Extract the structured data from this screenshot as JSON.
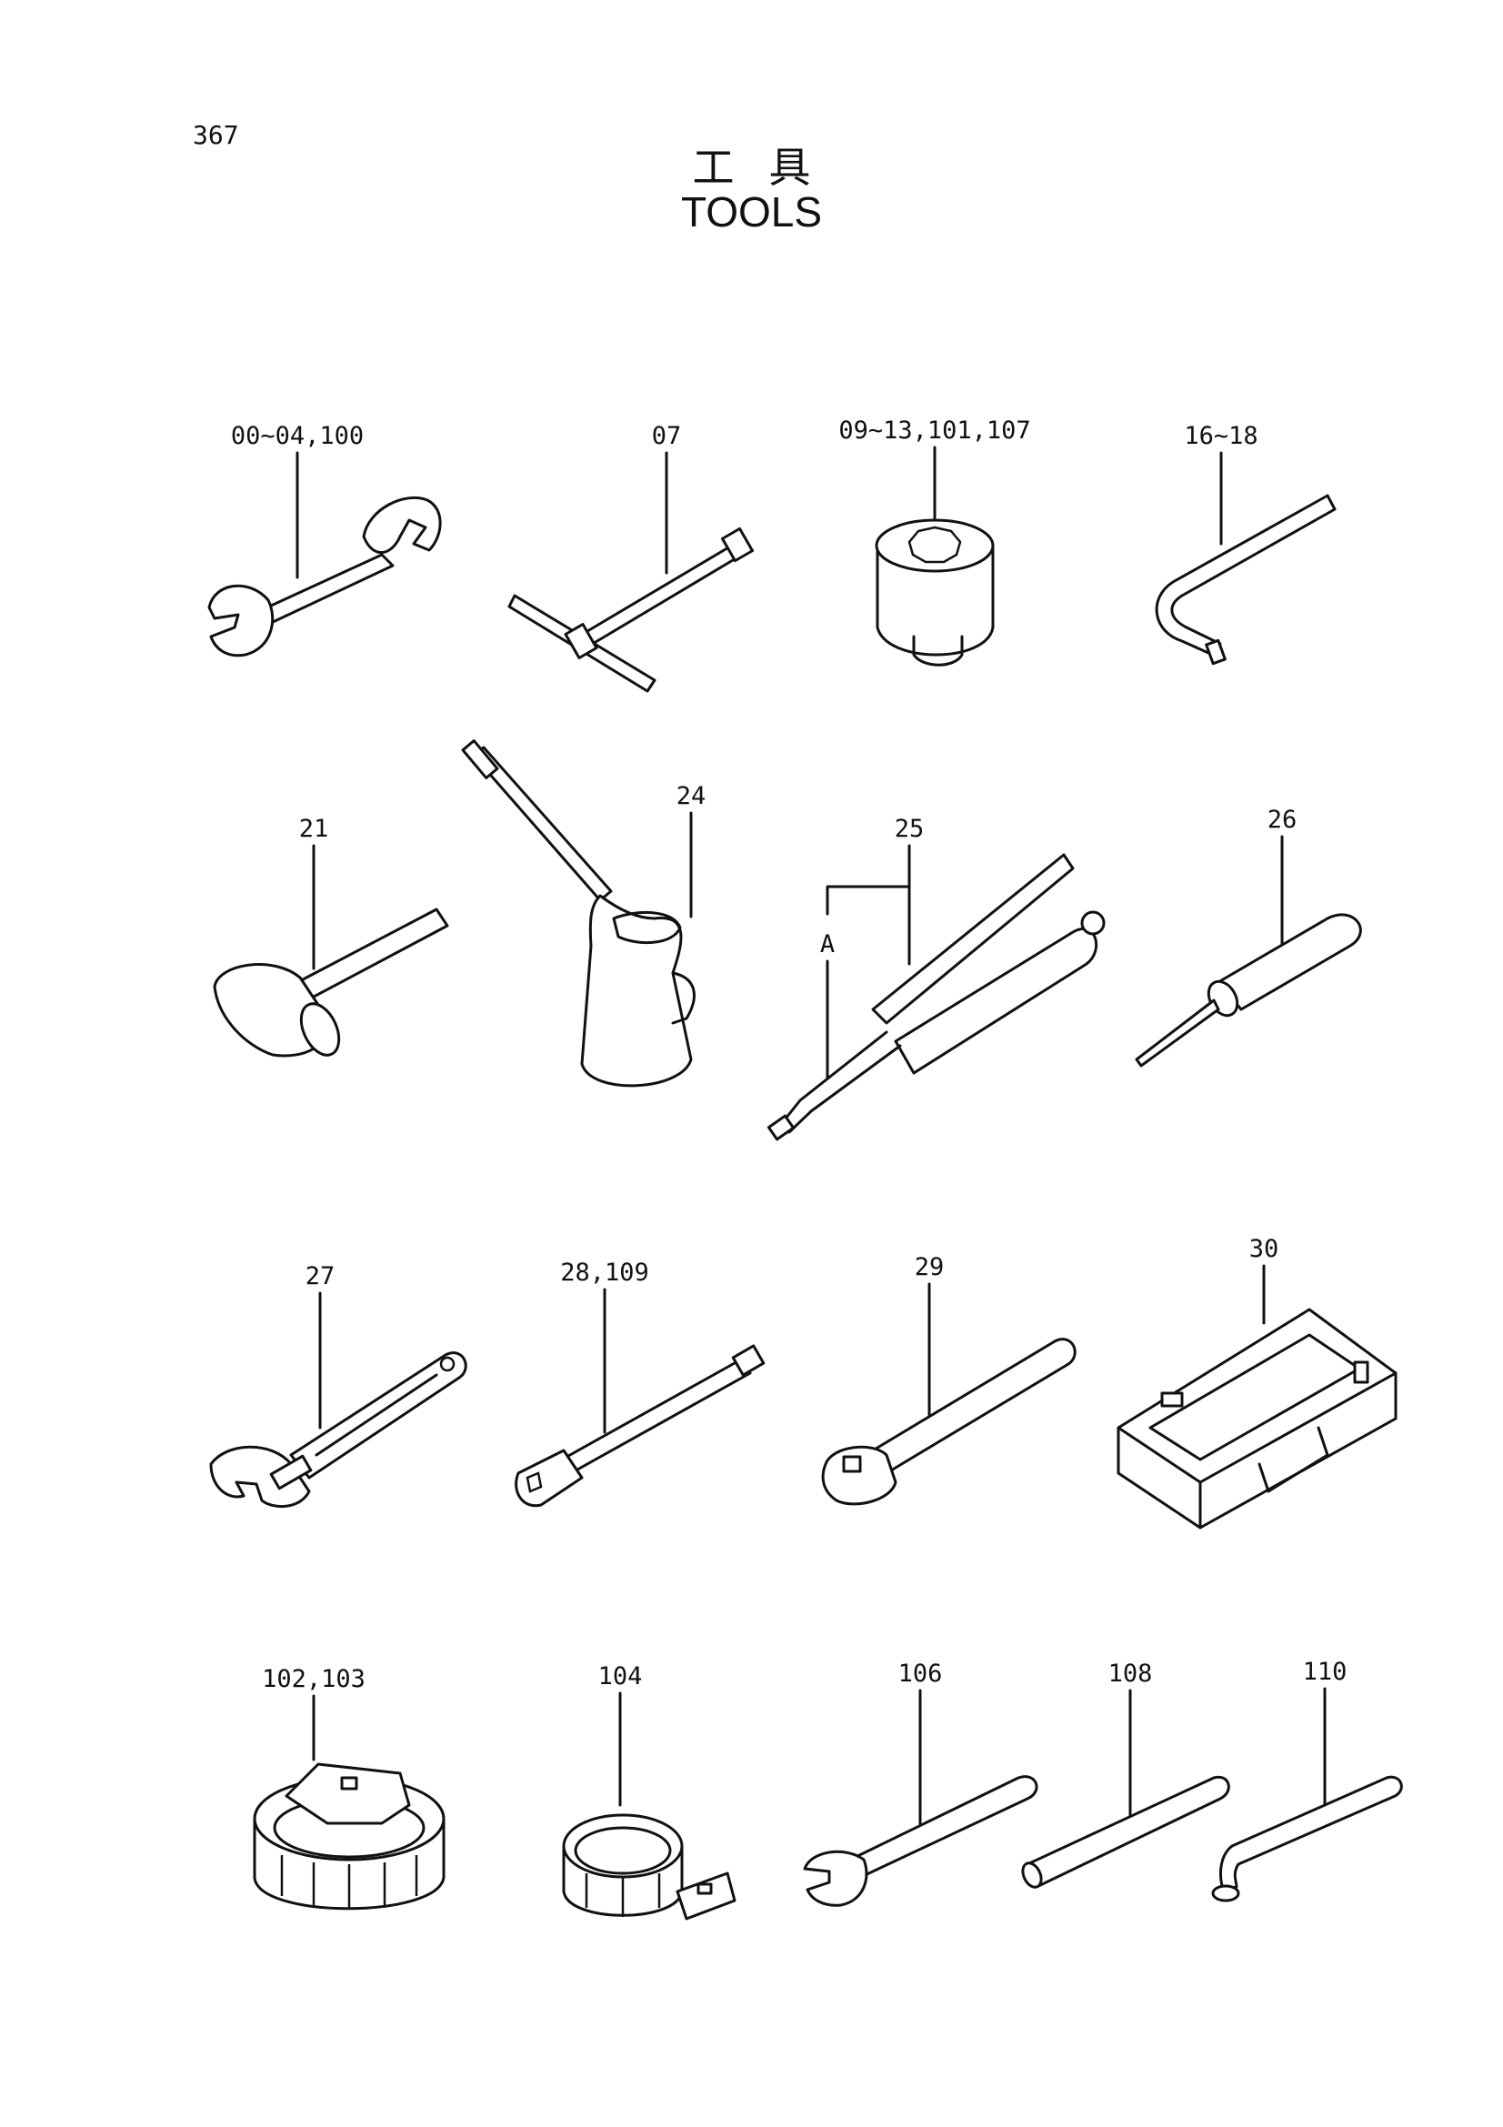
{
  "page": {
    "number": "367",
    "title_jp": "工具",
    "title_en": "TOOLS"
  },
  "callouts": {
    "wrench": "00~04,100",
    "t_handle": "07",
    "socket": "09~13,101,107",
    "hex_key": "16~18",
    "hammer": "21",
    "oil_can": "24",
    "grease_gun": "25",
    "grease_gun_sub": "A",
    "screwdriver": "26",
    "adjustable_wrench": "27",
    "extension_bar": "28,109",
    "ratchet": "29",
    "tool_box": "30",
    "filter_wrench_large": "102,103",
    "filter_wrench_small": "104",
    "spanner": "106",
    "bar": "108",
    "bent_rod": "110"
  },
  "icons": [
    "wrench-icon",
    "t-handle-icon",
    "socket-icon",
    "hex-key-icon",
    "hammer-icon",
    "oil-can-icon",
    "grease-gun-icon",
    "screwdriver-icon",
    "adjustable-wrench-icon",
    "extension-bar-icon",
    "ratchet-icon",
    "tool-box-icon",
    "filter-wrench-icon",
    "spanner-icon",
    "bar-icon",
    "bent-rod-icon"
  ]
}
